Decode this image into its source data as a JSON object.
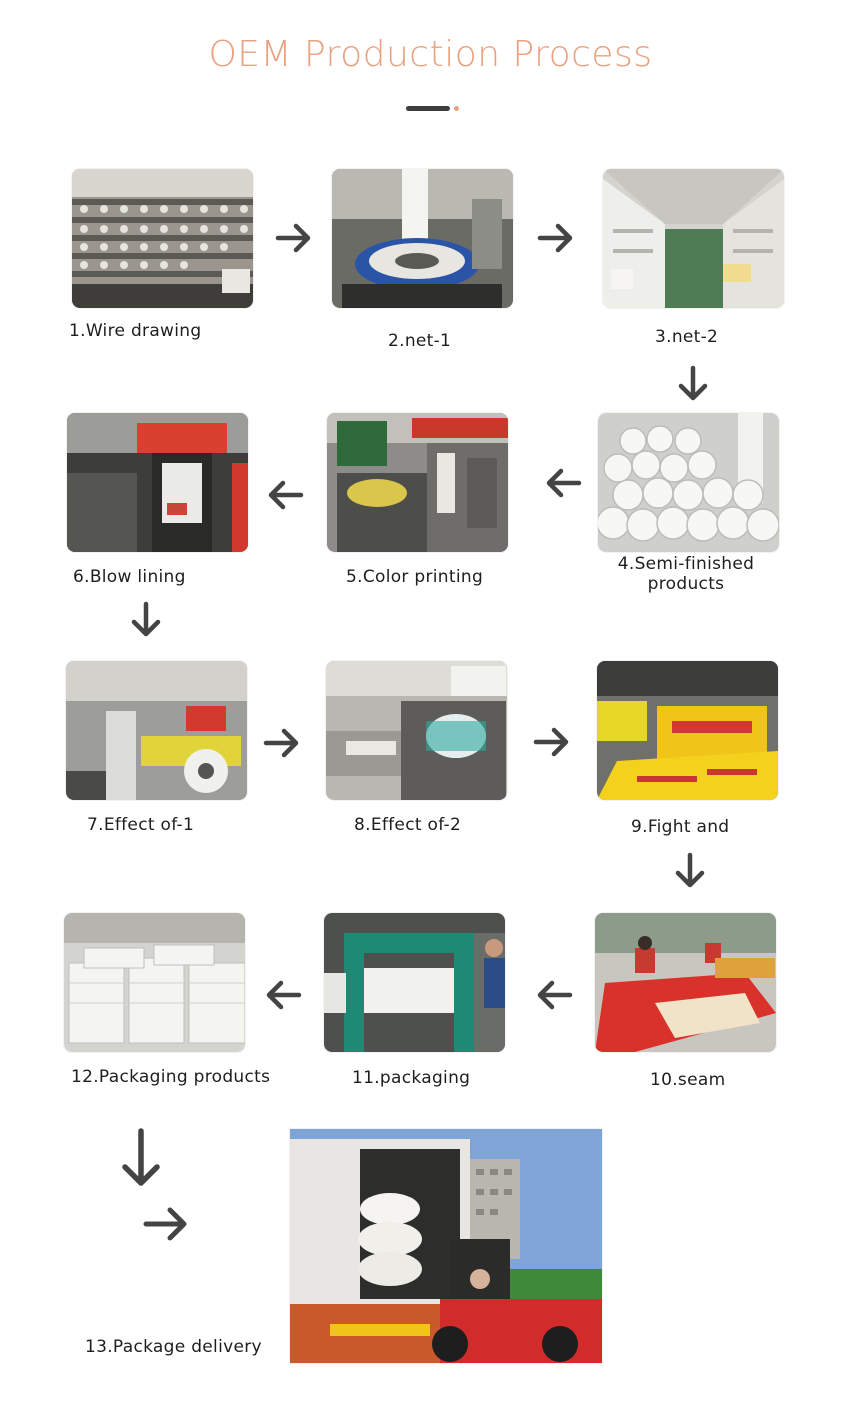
{
  "title": "OEM Production Process",
  "accent_color": "#e9a17f",
  "arrow_color": "#444444",
  "steps": [
    {
      "label": "1.Wire drawing",
      "photo": "wire-drawing-machines"
    },
    {
      "label": "2.net-1",
      "photo": "circular-loom"
    },
    {
      "label": "3.net-2",
      "photo": "loom-workshop-aisle"
    },
    {
      "label": "4.Semi-finished products",
      "photo": "fabric-rolls-stack"
    },
    {
      "label": "5.Color printing",
      "photo": "printing-press"
    },
    {
      "label": "6.Blow lining",
      "photo": "film-blowing-tower"
    },
    {
      "label": "7.Effect of-1",
      "photo": "laminating-machine"
    },
    {
      "label": "8.Effect of-2",
      "photo": "coating-machine"
    },
    {
      "label": "9.Fight and",
      "photo": "yellow-printed-bags"
    },
    {
      "label": "10.seam",
      "photo": "sewing-workers"
    },
    {
      "label": "11.packaging",
      "photo": "baling-press"
    },
    {
      "label": "12.Packaging products",
      "photo": "wrapped-bales"
    },
    {
      "label": "13.Package delivery",
      "photo": "forklift-loading-container"
    }
  ]
}
